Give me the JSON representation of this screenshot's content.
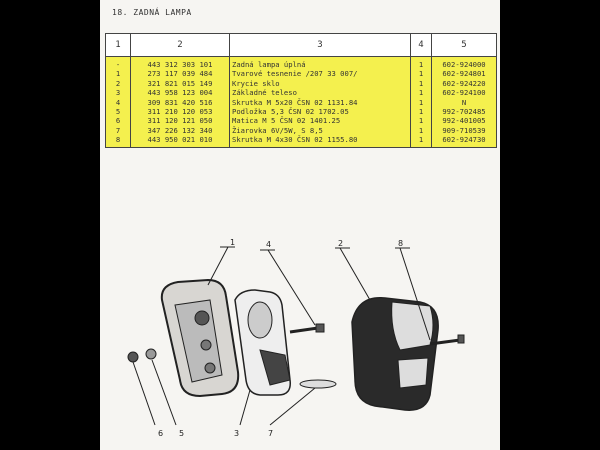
{
  "title": "18. ZADNÁ LAMPA",
  "headers": [
    "1",
    "2",
    "3",
    "4",
    "5"
  ],
  "rows": [
    [
      "-",
      "443 312 303 101",
      "Zadná lampa úplná",
      "1",
      "602-924000"
    ],
    [
      "1",
      "273 117 039 484",
      "Tvarové tesnenie /207 33 007/",
      "1",
      "602-924801"
    ],
    [
      "2",
      "321 821 015 149",
      "Krycie sklo",
      "1",
      "602-924220"
    ],
    [
      "3",
      "443 958 123 004",
      "Základné teleso",
      "1",
      "602-924100"
    ],
    [
      "4",
      "309 831 420 516",
      "Skrutka M 5x20 ČSN 02 1131.84",
      "1",
      "N"
    ],
    [
      "5",
      "311 210 120 053",
      "Podložka 5,3 ČSN 02 1702.05",
      "1",
      "992-702485"
    ],
    [
      "6",
      "311 120 121 050",
      "Matica M 5 ČSN 02 1401.25",
      "1",
      "992-401005"
    ],
    [
      "7",
      "347 226 132 340",
      "Žiarovka 6V/5W, S 8,5",
      "1",
      "909-710539"
    ],
    [
      "8",
      "443 950 021 010",
      "Skrutka M 4x30 ČSN 02 1155.80",
      "1",
      "602-924730"
    ]
  ],
  "diagram_labels": [
    "1",
    "4",
    "2",
    "8",
    "6",
    "5",
    "3",
    "7"
  ]
}
